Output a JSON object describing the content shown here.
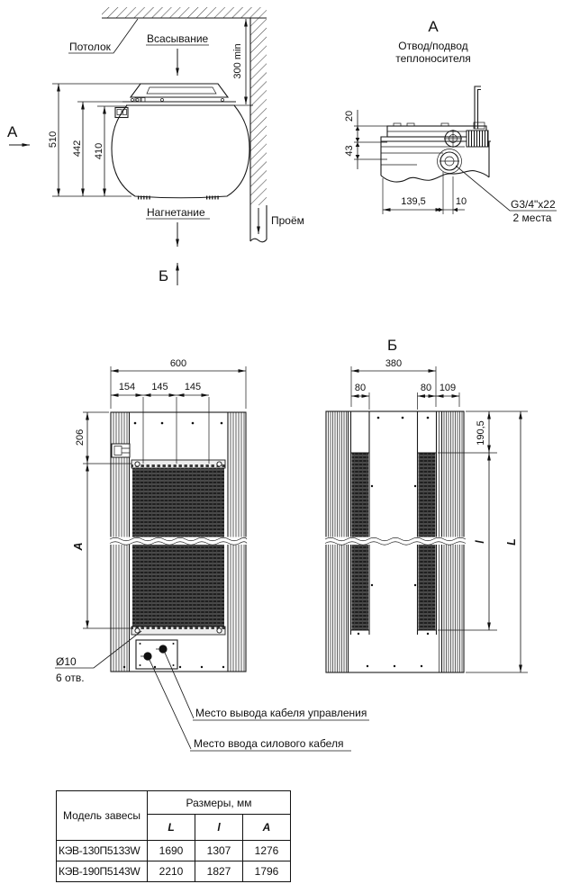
{
  "side_view": {
    "marker_a": "А",
    "marker_b": "Б",
    "ceiling": "Потолок",
    "suction": "Всасывание",
    "discharge": "Нагнетание",
    "opening": "Проём",
    "dim_510": "510",
    "dim_442": "442",
    "dim_410": "410",
    "dim_300": "300 min"
  },
  "view_a": {
    "title": "А",
    "subtitle1": "Отвод/подвод",
    "subtitle2": "теплоносителя",
    "dim_20": "20",
    "dim_43": "43",
    "dim_139_5": "139,5",
    "dim_10": "10",
    "thread": "G3/4\"x22",
    "places": "2 места"
  },
  "front_view": {
    "dim_600": "600",
    "dim_154": "154",
    "dim_145a": "145",
    "dim_145b": "145",
    "dim_206": "206",
    "dim_a": "A",
    "holes_d": "Ø10",
    "holes_n": "6 отв."
  },
  "view_b": {
    "title": "Б",
    "dim_380": "380",
    "dim_80a": "80",
    "dim_80b": "80",
    "dim_109": "109",
    "dim_190_5": "190,5",
    "dim_l": "l",
    "dim_big_l": "L"
  },
  "callouts": {
    "control": "Место вывода кабеля управления",
    "power": "Место ввода силового кабеля"
  },
  "table": {
    "model_header": "Модель завесы",
    "size_header": "Размеры, мм",
    "cols": [
      "L",
      "l",
      "A"
    ],
    "rows": [
      {
        "model": "КЭВ-130П5133W",
        "l_big": "1690",
        "l_small": "1307",
        "a": "1276"
      },
      {
        "model": "КЭВ-190П5143W",
        "l_big": "2210",
        "l_small": "1827",
        "a": "1796"
      }
    ]
  },
  "colors": {
    "line": "#1a1a1a",
    "background": "#ffffff"
  }
}
